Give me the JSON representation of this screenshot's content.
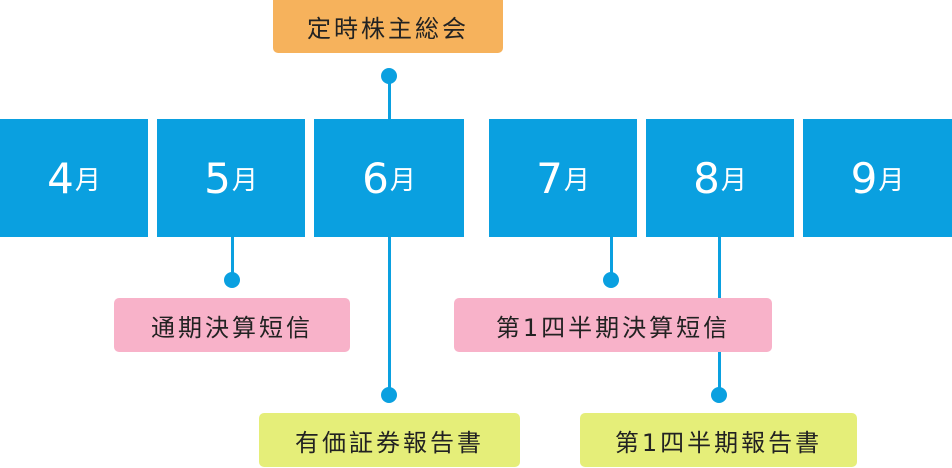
{
  "colors": {
    "month_fill": "#0aa0e0",
    "connector": "#0aa0e0",
    "orange_label": "#f6b25c",
    "pink_label": "#f8b2c9",
    "yellow_label": "#e5ee79"
  },
  "months": [
    {
      "num": "4",
      "unit": "月"
    },
    {
      "num": "5",
      "unit": "月"
    },
    {
      "num": "6",
      "unit": "月"
    },
    {
      "num": "7",
      "unit": "月"
    },
    {
      "num": "8",
      "unit": "月"
    },
    {
      "num": "9",
      "unit": "月"
    }
  ],
  "labels": {
    "shareholders_meeting": "定時株主総会",
    "annual_earnings": "通期決算短信",
    "q1_earnings": "第1四半期決算短信",
    "securities_report": "有価証券報告書",
    "q1_report": "第1四半期報告書"
  }
}
